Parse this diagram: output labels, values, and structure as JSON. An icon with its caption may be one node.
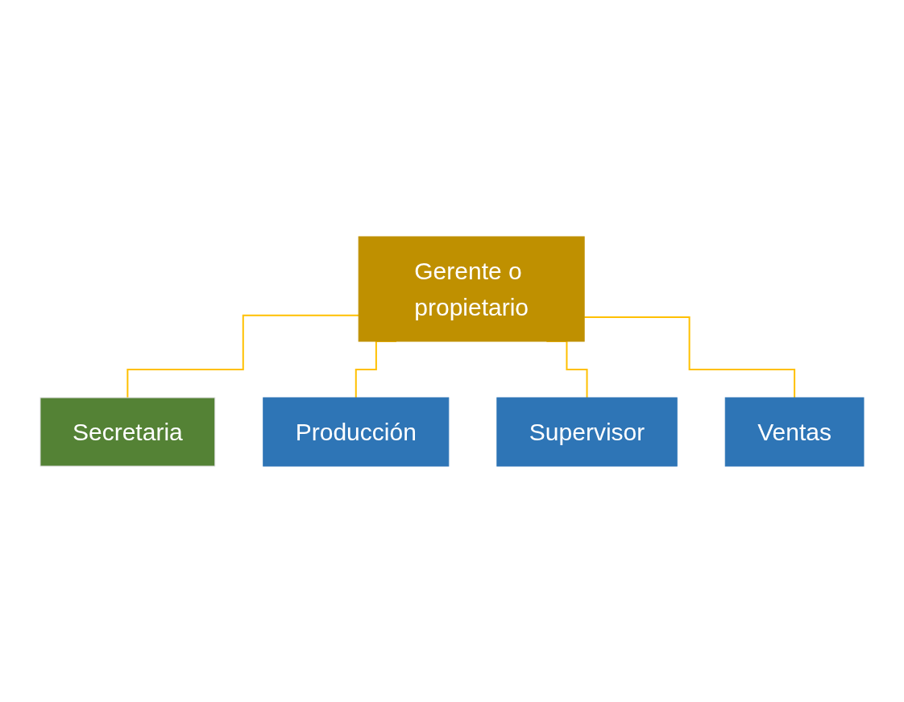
{
  "diagram": {
    "nodes": [
      {
        "text": [
          "Gerente o propietario"
        ]
      },
      {
        "text": [
          "Secretaria"
        ]
      },
      {
        "text": [
          "Producción"
        ]
      },
      {
        "text": [
          "Supervisor"
        ]
      },
      {
        "text": [
          "Ventas"
        ]
      }
    ],
    "edges": [
      {
        "from": 0,
        "to": 1,
        "arrow": "none"
      },
      {
        "from": 0,
        "to": 2,
        "arrow": "none"
      },
      {
        "from": 0,
        "to": 3,
        "arrow": "none"
      },
      {
        "from": 0,
        "to": 4,
        "arrow": "none"
      }
    ]
  }
}
